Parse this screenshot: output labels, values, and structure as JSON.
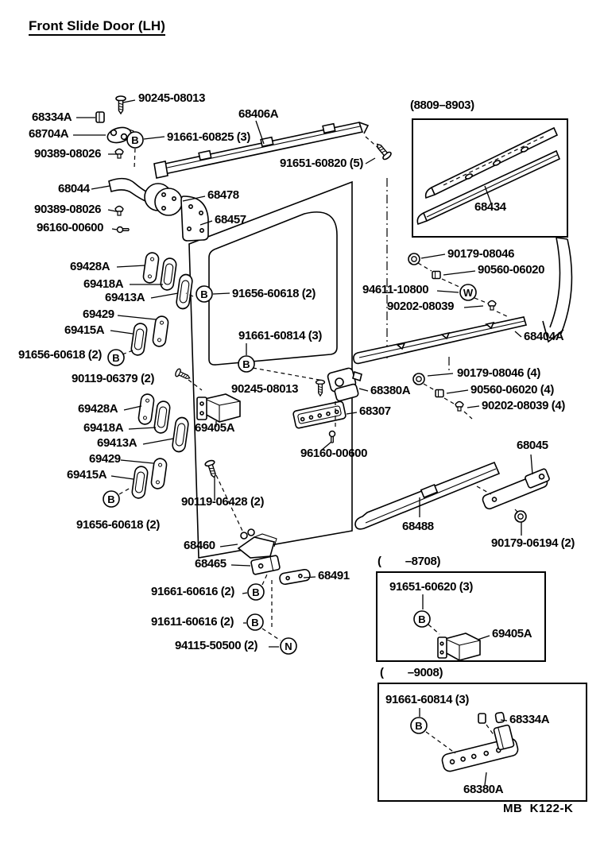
{
  "title": "Front Slide Door (LH)",
  "plate_code": "MB  K122-K",
  "codes": {
    "b": "B",
    "w": "W",
    "n": "N"
  },
  "insets": {
    "early": "(8809–8903)",
    "to8708": "(        –8708)",
    "to9008": "(        –9008)"
  },
  "labels": [
    "90245-08013",
    "68334A",
    "68704A",
    "90389-08026",
    "91661-60825 (3)",
    "68406A",
    "91651-60820 (5)",
    "68434",
    "68044",
    "68478",
    "90389-08026",
    "68457",
    "96160-00600",
    "69428A",
    "69418A",
    "91656-60618 (2)",
    "69413A",
    "69429",
    "69415A",
    "91656-60618 (2)",
    "90179-08046",
    "90560-06020",
    "94611-10800",
    "90202-08039",
    "68404A",
    "91661-60814 (3)",
    "90119-06379 (2)",
    "90245-08013",
    "68380A",
    "90179-08046 (4)",
    "90560-06020 (4)",
    "90202-08039 (4)",
    "68307",
    "69428A",
    "69418A",
    "69405A",
    "96160-00600",
    "69413A",
    "68045",
    "69429",
    "69415A",
    "90119-06428 (2)",
    "91656-60618 (2)",
    "68488",
    "90179-06194 (2)",
    "68460",
    "68465",
    "68491",
    "91661-60616 (2)",
    "91651-60620 (3)",
    "69405A",
    "91611-60616 (2)",
    "94115-50500 (2)",
    "91661-60814 (3)",
    "68334A",
    "68380A"
  ]
}
